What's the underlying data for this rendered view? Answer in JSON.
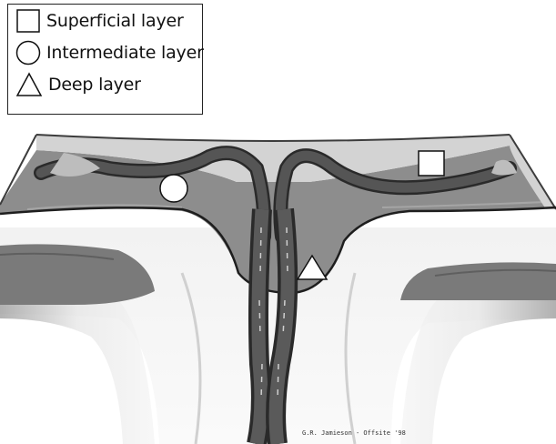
{
  "legend": {
    "items": [
      {
        "shape": "square",
        "label": "Superficial layer"
      },
      {
        "shape": "circle",
        "label": "Intermediate layer"
      },
      {
        "shape": "triangle",
        "label": "Deep layer"
      }
    ]
  },
  "illustration": {
    "credit": "G.R. Jamieson - Offsite '98"
  },
  "colors": {
    "surface_skin": "#d9d9d9",
    "fat_layer": "#8f8f8f",
    "vessel": "#4a4a4a",
    "deep_tissue": "#efefef"
  }
}
